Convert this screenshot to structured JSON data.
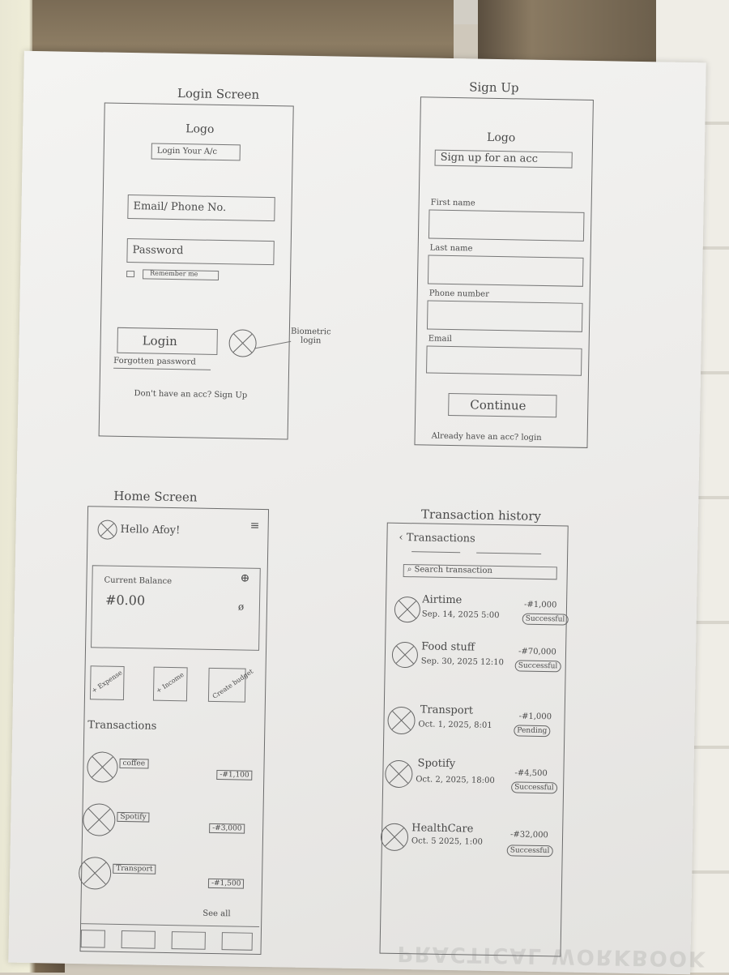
{
  "login": {
    "title": "Login Screen",
    "logo": "Logo",
    "heading": "Login Your A/c",
    "email_placeholder": "Email/ Phone No.",
    "password_placeholder": "Password",
    "remember": "Remember me",
    "login_button": "Login",
    "forgotten": "Forgotten password",
    "biometric_note": "Biometric login",
    "signup_prompt": "Don't have an acc? Sign Up"
  },
  "signup": {
    "title": "Sign Up",
    "logo": "Logo",
    "heading": "Sign up for an acc",
    "first_name": "First name",
    "last_name": "Last name",
    "phone": "Phone number",
    "email": "Email",
    "continue_button": "Continue",
    "login_prompt": "Already have an acc? login"
  },
  "home": {
    "title": "Home Screen",
    "greeting": "Hello Afoy!",
    "balance_label": "Current Balance",
    "balance_value": "#0.00",
    "actions": [
      "+ Expense",
      "+ Income",
      "Create budget"
    ],
    "transactions_heading": "Transactions",
    "transactions": [
      {
        "name": "coffee",
        "amount": "-#1,100"
      },
      {
        "name": "Spotify",
        "amount": "-#3,000"
      },
      {
        "name": "Transport",
        "amount": "-#1,500"
      }
    ],
    "see_all": "See all"
  },
  "history": {
    "title": "Transaction history",
    "back_label": "Transactions",
    "search_placeholder": "Search transaction",
    "items": [
      {
        "name": "Airtime",
        "date": "Sep. 14, 2025 5:00",
        "amount": "-#1,000",
        "status": "Successful"
      },
      {
        "name": "Food stuff",
        "date": "Sep. 30, 2025 12:10",
        "amount": "-#70,000",
        "status": "Successful"
      },
      {
        "name": "Transport",
        "date": "Oct. 1, 2025, 8:01",
        "amount": "-#1,000",
        "status": "Pending"
      },
      {
        "name": "Spotify",
        "date": "Oct. 2, 2025, 18:00",
        "amount": "-#4,500",
        "status": "Successful"
      },
      {
        "name": "HealthCare",
        "date": "Oct. 5 2025, 1:00",
        "amount": "-#32,000",
        "status": "Successful"
      }
    ]
  },
  "watermark": "PRACTICAL WORKBOOK"
}
